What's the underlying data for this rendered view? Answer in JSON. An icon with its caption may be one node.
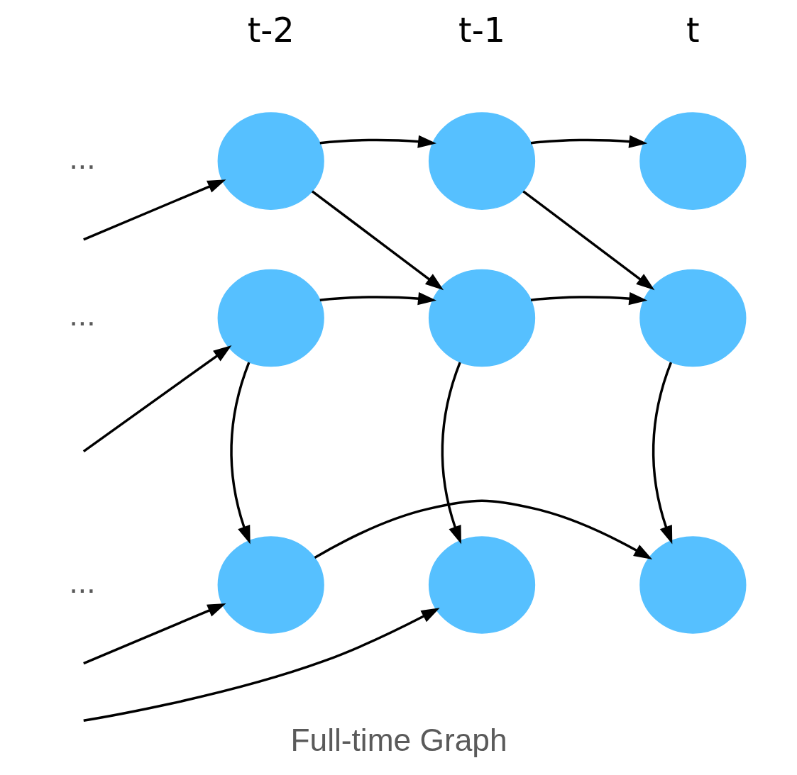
{
  "diagram": {
    "caption": "Full-time Graph",
    "nodes": [
      {
        "text": [],
        "shape": "circle"
      },
      {
        "text": [],
        "shape": "circle"
      },
      {
        "text": [],
        "shape": "circle"
      },
      {
        "text": [],
        "shape": "circle"
      },
      {
        "text": [],
        "shape": "circle"
      },
      {
        "text": [],
        "shape": "circle"
      },
      {
        "text": [],
        "shape": "circle"
      },
      {
        "text": [],
        "shape": "circle"
      },
      {
        "text": [],
        "shape": "circle"
      }
    ],
    "edges": [
      {
        "from": null,
        "to": 0,
        "arrow": "to"
      },
      {
        "from": 0,
        "to": 1,
        "arrow": "to"
      },
      {
        "from": 1,
        "to": 2,
        "arrow": "to"
      },
      {
        "from": 0,
        "to": 4,
        "arrow": "to"
      },
      {
        "from": 1,
        "to": 5,
        "arrow": "to"
      },
      {
        "from": null,
        "to": 3,
        "arrow": "to"
      },
      {
        "from": 3,
        "to": 4,
        "arrow": "to"
      },
      {
        "from": 4,
        "to": 5,
        "arrow": "to"
      },
      {
        "from": 3,
        "to": 6,
        "arrow": "to"
      },
      {
        "from": 4,
        "to": 7,
        "arrow": "to"
      },
      {
        "from": 5,
        "to": 8,
        "arrow": "to"
      },
      {
        "from": null,
        "to": 6,
        "arrow": "to"
      },
      {
        "from": null,
        "to": 7,
        "arrow": "to"
      },
      {
        "from": 6,
        "to": 8,
        "arrow": "to"
      }
    ],
    "labels": [
      "t-2",
      "t-1",
      "t",
      "...",
      "...",
      "..."
    ]
  }
}
